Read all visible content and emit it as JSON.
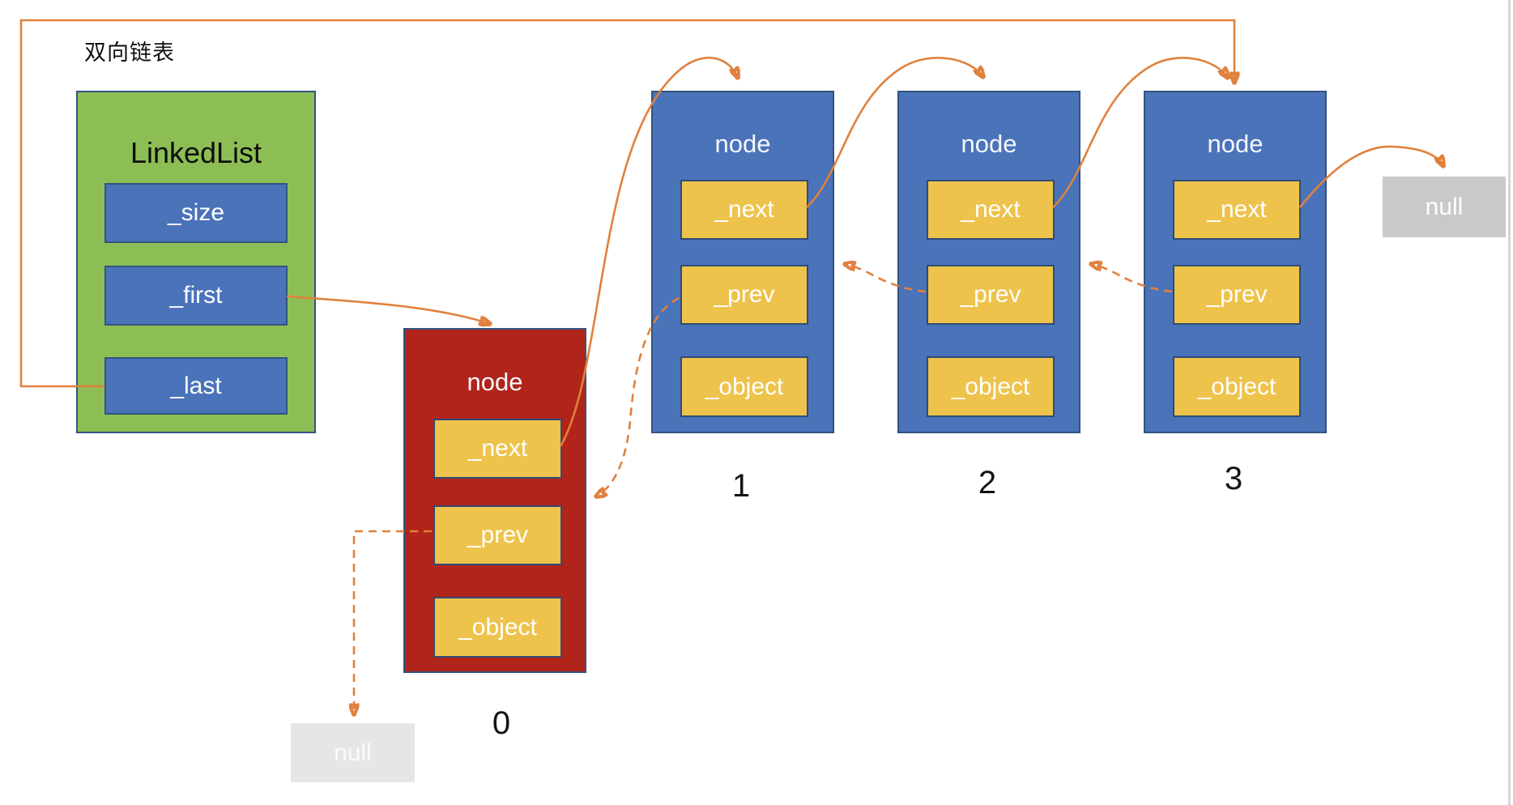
{
  "diagram": {
    "title": "双向链表",
    "linked_list": {
      "title": "LinkedList",
      "fields": [
        "_size",
        "_first",
        "_last"
      ]
    },
    "nodes": [
      {
        "title": "node",
        "index_label": "0",
        "fields": [
          "_next",
          "_prev",
          "_object"
        ],
        "variant": "red"
      },
      {
        "title": "node",
        "index_label": "1",
        "fields": [
          "_next",
          "_prev",
          "_object"
        ],
        "variant": "blue"
      },
      {
        "title": "node",
        "index_label": "2",
        "fields": [
          "_next",
          "_prev",
          "_object"
        ],
        "variant": "blue"
      },
      {
        "title": "node",
        "index_label": "3",
        "fields": [
          "_next",
          "_prev",
          "_object"
        ],
        "variant": "blue"
      }
    ],
    "null_labels": {
      "after_last_node": "null",
      "before_first_node": "null"
    },
    "colors": {
      "linked_list_fill": "#8dbe55",
      "node_blue_fill": "#4a73b9",
      "node_red_fill": "#b1241a",
      "field_yellow_fill": "#eec34c",
      "box_border": "#33547f",
      "arrow": "#e0813d",
      "null_dark_fill": "#c9c9c9",
      "null_light_fill": "#e6e6e6"
    }
  }
}
